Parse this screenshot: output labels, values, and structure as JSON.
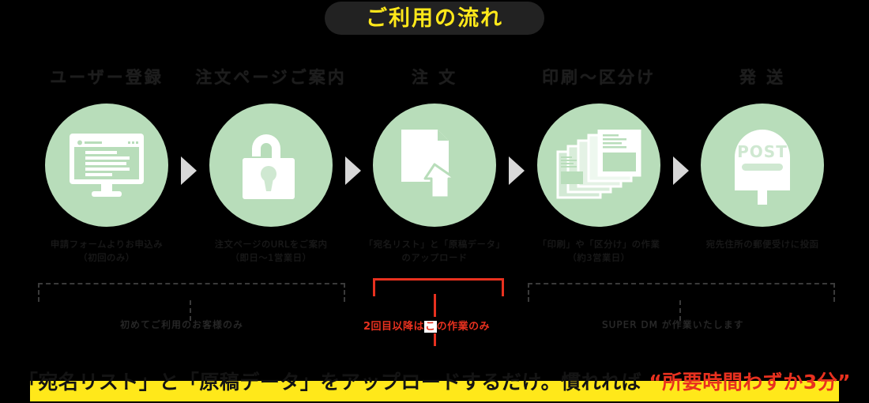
{
  "title": "ご利用の流れ",
  "colors": {
    "background": "#000000",
    "title_pill": "#222222",
    "title_text": "#ffe81a",
    "circle_green": "#b8ddba",
    "arrow_gray": "#d8d8d8",
    "accent_red": "#e8311f",
    "highlight_yellow": "#ffe81a",
    "dashed_line": "#3a3a3a"
  },
  "steps": [
    {
      "heading": "ユーザー登録",
      "icon": "monitor-form-icon",
      "caption": "申請フォームよりお申込み\n（初回のみ）"
    },
    {
      "heading": "注文ページご案内",
      "icon": "open-padlock-icon",
      "caption": "注文ページのURLをご案内\n（即日〜1営業日）"
    },
    {
      "heading": "注 文",
      "icon": "document-upload-icon",
      "caption": "「宛名リスト」と「原稿データ」\nのアップロード"
    },
    {
      "heading": "印刷〜区分け",
      "icon": "stacked-documents-icon",
      "caption": "「印刷」や「区分け」の作業\n（約3営業日）"
    },
    {
      "heading": "発 送",
      "icon": "mailbox-post-icon",
      "caption": "宛先住所の郵便受けに投函"
    }
  ],
  "icon_labels": {
    "mailbox": "POST"
  },
  "annotations": {
    "left_bracket_label": "初めてご利用のお客様のみ",
    "center_bracket_label_pre": "2回目以降は",
    "center_bracket_label_hl": "こ",
    "center_bracket_label_post": "の作業のみ",
    "right_bracket_label": "SUPER DM が作業いたします"
  },
  "banner": {
    "part1": "「宛名リスト」と「原稿データ」をアップロードするだけ。慣れれば ",
    "part_red": "“所要時間わずか3分”"
  }
}
